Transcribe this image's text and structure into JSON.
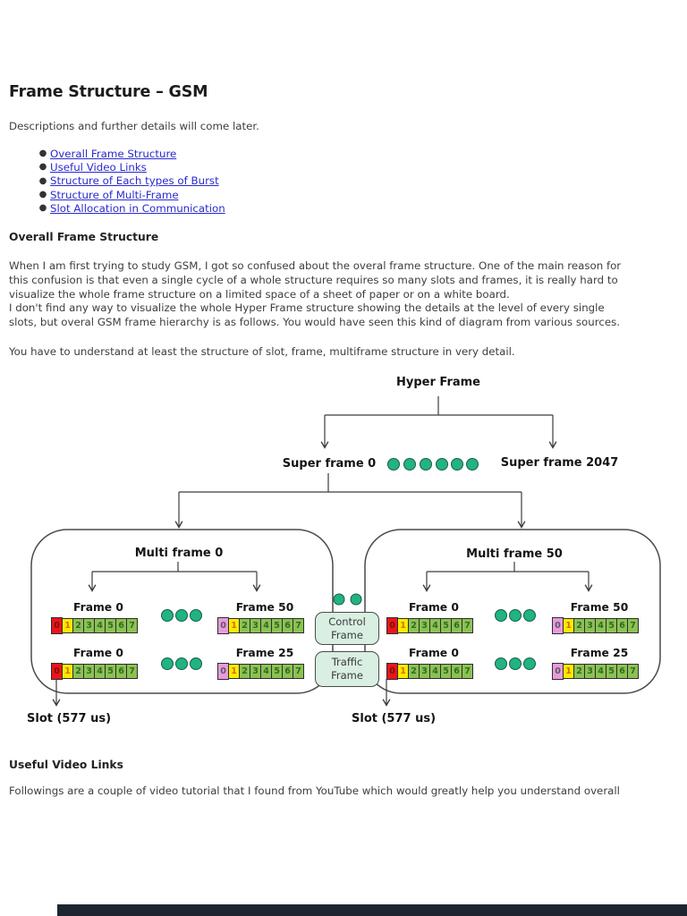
{
  "page": {
    "title": "Frame Structure – GSM",
    "intro": "Descriptions and further details will come later.",
    "toc": [
      "Overall Frame Structure",
      "Useful Video Links",
      "Structure of Each types of Burst",
      "Structure of Multi-Frame",
      "Slot Allocation in Communication"
    ],
    "section1": {
      "heading": "Overall Frame Structure",
      "para1_lines": [
        "When I am first trying to study GSM, I got so confused about the overal frame structure. One of the main reason for",
        "this confusion is that even a single cycle of a whole structure requires so many slots and frames, it is really hard to",
        "visualize the whole frame structure on a limited space of a sheet of paper or on a white board.",
        "I don't find any way to visualize the whole Hyper Frame structure showing the details at the level of every single",
        "slots, but overal GSM frame hierarchy is as follows. You would have seen this kind of diagram from various sources."
      ],
      "para2": "You have to understand at least the structure of slot, frame, multiframe structure in very detail."
    },
    "section2": {
      "heading": "Useful Video Links",
      "para": "Followings are a couple of video tutorial that I found from YouTube which would greatly help you understand overall"
    }
  },
  "diagram": {
    "hyper_frame": "Hyper Frame",
    "super_frame_0": "Super frame 0",
    "super_frame_2047": "Super frame 2047",
    "multi_frame_0": "Multi frame 0",
    "multi_frame_50": "Multi frame 50",
    "control_frame": "Control Frame",
    "traffic_frame": "Traffic Frame",
    "slot_left": "Slot (577 us)",
    "slot_right": "Slot (577 us)",
    "slot_numbers": [
      "0",
      "1",
      "2",
      "3",
      "4",
      "5",
      "6",
      "7"
    ],
    "frames": {
      "left_top": [
        {
          "label": "Frame 0",
          "first": "red"
        },
        {
          "label": "Frame 50",
          "first": "pink"
        }
      ],
      "left_bottom": [
        {
          "label": "Frame 0",
          "first": "red"
        },
        {
          "label": "Frame 25",
          "first": "pink"
        }
      ],
      "right_top": [
        {
          "label": "Frame 0",
          "first": "red"
        },
        {
          "label": "Frame 50",
          "first": "pink"
        }
      ],
      "right_bottom": [
        {
          "label": "Frame 0",
          "first": "red"
        },
        {
          "label": "Frame 25",
          "first": "pink"
        }
      ]
    },
    "colors": {
      "slot_red": "#e8151d",
      "slot_yellow": "#f9ec00",
      "slot_green": "#8cc153",
      "slot_pink": "#e79ade",
      "dot_teal": "#21b383",
      "box_mint": "#d8efe2",
      "link_blue": "#2a2ace",
      "bottom_bar": "#1c2530"
    }
  }
}
